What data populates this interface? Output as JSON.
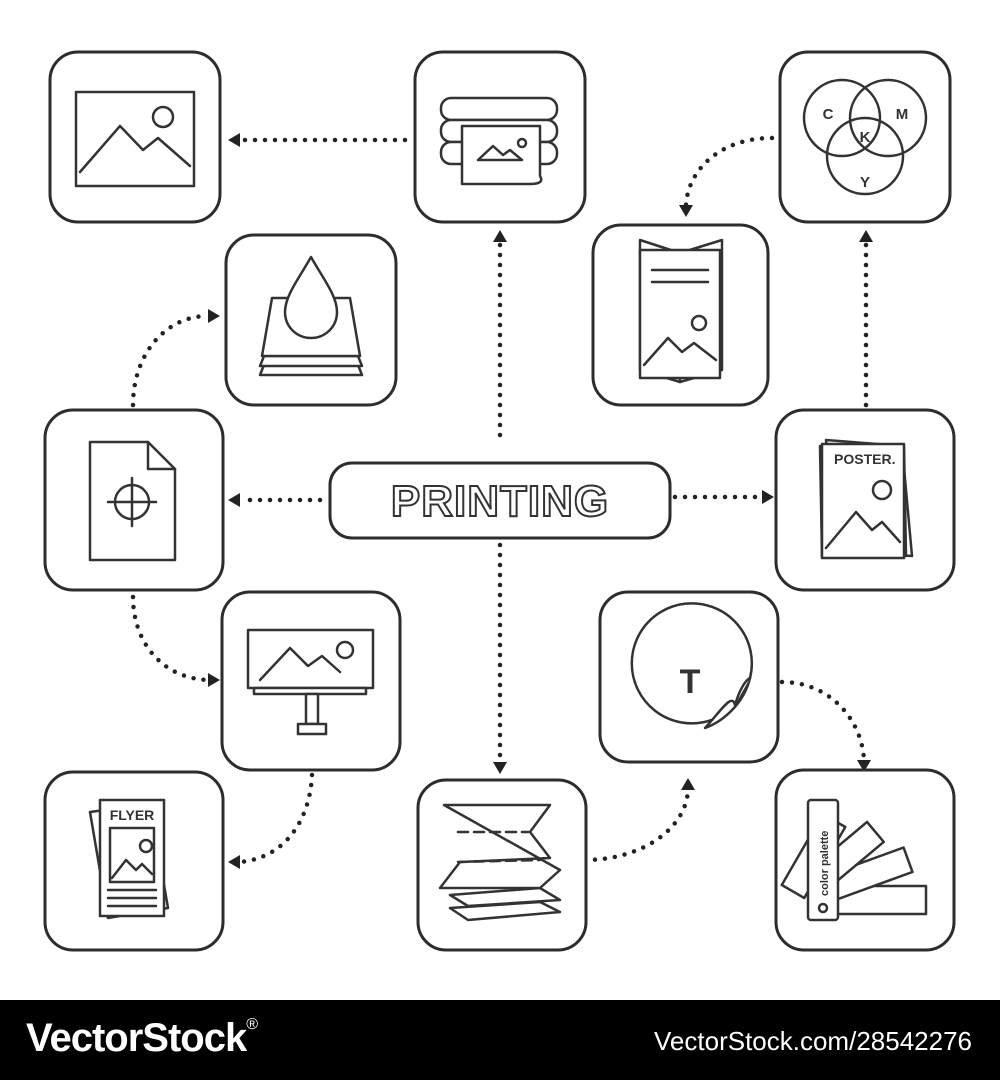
{
  "center": {
    "title": "PRINTING"
  },
  "labels": {
    "cmyk": [
      "C",
      "M",
      "K",
      "Y"
    ],
    "poster": "POSTER.",
    "flyer": "FLYER",
    "sticker": "T",
    "palette": "color palette"
  },
  "footer": {
    "brand": "VectorStock",
    "registered": "®",
    "reference": "VectorStock.com/28542276"
  },
  "colors": {
    "ink": "#333333",
    "footer_bg": "#000000",
    "footer_text": "#ffffff"
  }
}
